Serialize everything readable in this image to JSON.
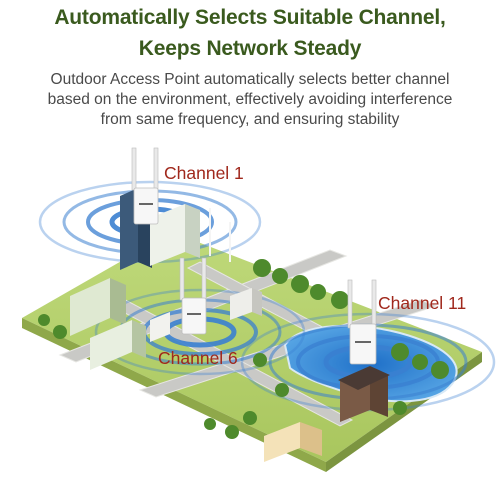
{
  "heading": {
    "line1": "Automatically Selects Suitable Channel,",
    "line2": "Keeps Network Steady"
  },
  "description": {
    "line1": "Outdoor Access Point automatically selects better channel",
    "line2": "based on the environment, effectively avoiding interference",
    "line3": "from same frequency, and ensuring stability"
  },
  "channels": {
    "ch1": "Channel 1",
    "ch6": "Channel 6",
    "ch11": "Channel 11"
  },
  "colors": {
    "heading": "#3a5a1e",
    "channel_label": "#a0281c",
    "signal_wave": "#3a7fd0"
  }
}
